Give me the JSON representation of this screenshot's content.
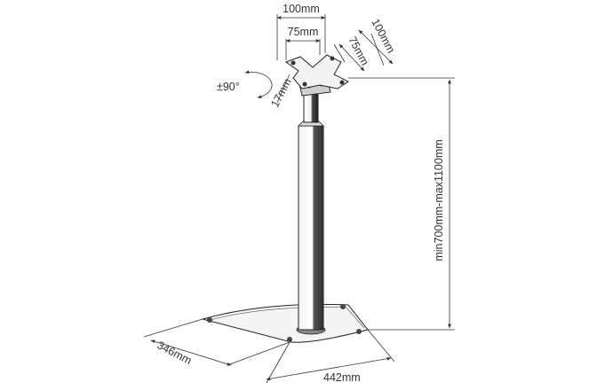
{
  "dimensions": {
    "vesa_width_outer": "100mm",
    "vesa_width_inner": "75mm",
    "vesa_height_outer": "100mm",
    "vesa_height_inner": "75mm",
    "rotation": "±90°",
    "bracket_depth": "17mm",
    "height_range": "min700mm-max1100mm",
    "base_depth": "346mm",
    "base_width": "442mm"
  },
  "colors": {
    "line": "#333333",
    "pole_light": "#ffffff",
    "pole_dark": "#3a3a3a",
    "plate_fill": "#f2f2f2",
    "bracket_fill": "#cfcfcf"
  }
}
